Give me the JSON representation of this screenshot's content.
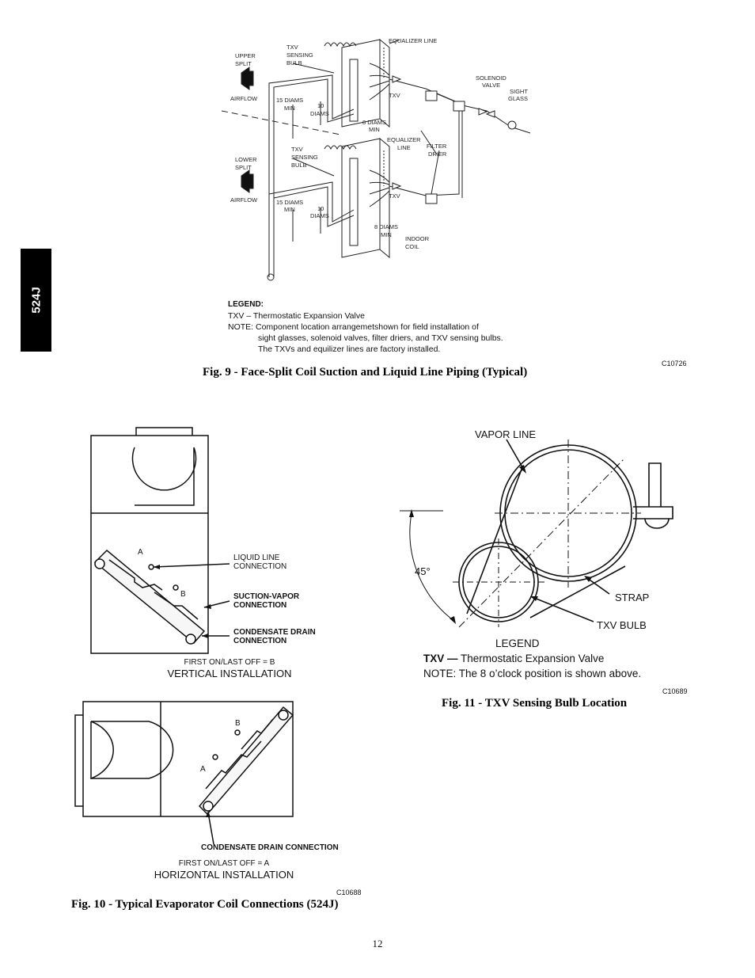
{
  "side_tab": "524J",
  "fig9": {
    "labels": {
      "equalizer_line_top": "EQUALIZER LINE",
      "txv_sensing_bulb_upper": [
        "TXV",
        "SENSING",
        "BULB"
      ],
      "upper_split": [
        "UPPER",
        "SPLIT"
      ],
      "airflow_upper": "AIRFLOW",
      "diams15_upper": [
        "15 DIAMS",
        "MIN"
      ],
      "diams10_upper": [
        "10",
        "DIAMS"
      ],
      "txv_upper": "TXV",
      "diams8_upper": [
        "8 DIAMS",
        "MIN"
      ],
      "solenoid_valve": [
        "SOLENOID",
        "VALVE"
      ],
      "sight_glass": [
        "SIGHT",
        "GLASS"
      ],
      "txv_sensing_bulb_lower": [
        "TXV",
        "SENSING",
        "BULB"
      ],
      "equalizer_line_mid": [
        "EQUALIZER",
        "LINE"
      ],
      "filter_drier": [
        "FILTER",
        "DRIER"
      ],
      "lower_split": [
        "LOWER",
        "SPLIT"
      ],
      "airflow_lower": "AIRFLOW",
      "diams15_lower": [
        "15 DIAMS",
        "MIN"
      ],
      "diams10_lower": [
        "10",
        "DIAMS"
      ],
      "txv_lower": "TXV",
      "diams8_lower": [
        "8 DIAMS",
        "MIN"
      ],
      "indoor_coil": [
        "INDOOR",
        "COIL"
      ]
    },
    "legend_title": "LEGEND:",
    "legend_lines": [
      "TXV – Thermostatic Expansion Valve",
      "NOTE: Component location arrangemetshown for field installation of",
      "sight glasses, solenoid valves, filter driers, and TXV sensing bulbs.",
      "The TXVs and equilizer lines are factory installed."
    ],
    "code": "C10726",
    "caption": "Fig. 9 - Face-Split Coil Suction and Liquid Line Piping (Typical)"
  },
  "fig10": {
    "vertical": {
      "a": "A",
      "b": "B",
      "liquid_line": [
        "LIQUID LINE",
        "CONNECTION"
      ],
      "suction_vapor": [
        "SUCTION-VAPOR",
        "CONNECTION"
      ],
      "condensate": [
        "CONDENSATE DRAIN",
        "CONNECTION"
      ],
      "first_on": "FIRST ON/LAST OFF = B",
      "title": "VERTICAL INSTALLATION"
    },
    "horizontal": {
      "a": "A",
      "b": "B",
      "condensate": "CONDENSATE DRAIN CONNECTION",
      "first_on": "FIRST ON/LAST OFF = A",
      "title": "HORIZONTAL INSTALLATION"
    },
    "code": "C10688",
    "caption": "Fig. 10 - Typical Evaporator Coil Connections (524J)"
  },
  "fig11": {
    "vapor_line": "VAPOR LINE",
    "angle": "45°",
    "strap": "STRAP",
    "txv_bulb": "TXV BULB",
    "legend_title": "LEGEND",
    "legend_txv_bold": "TXV —",
    "legend_txv_text": " Thermostatic Expansion Valve",
    "note": "NOTE: The 8 o’clock position is shown above.",
    "code": "C10689",
    "caption": "Fig. 11 - TXV Sensing Bulb Location"
  },
  "page_number": "12"
}
